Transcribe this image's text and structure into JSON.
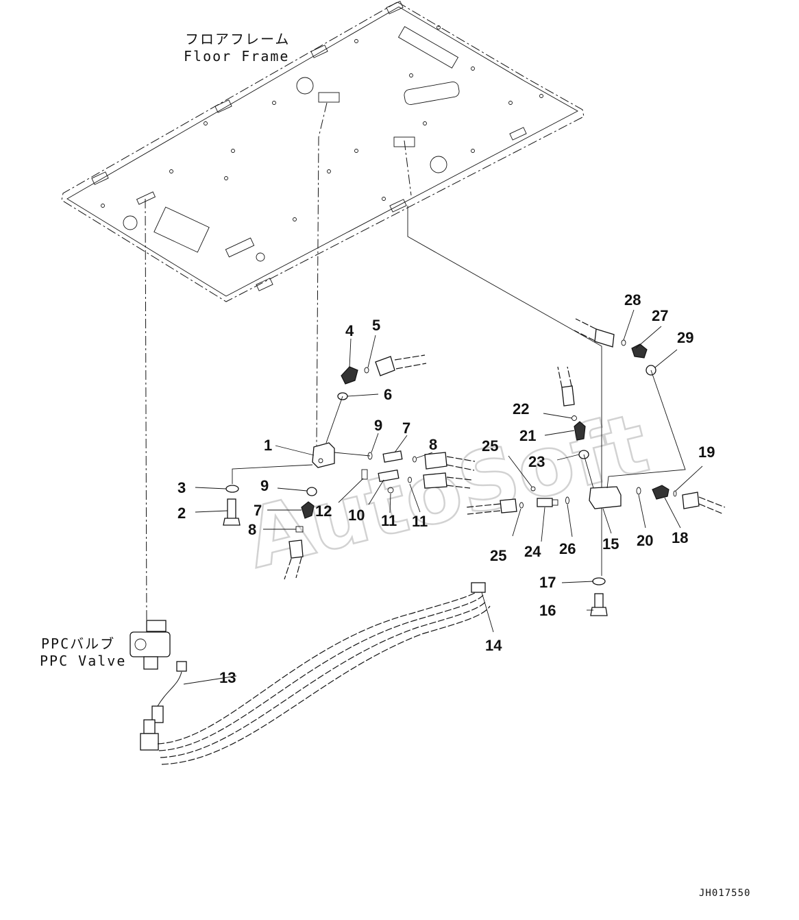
{
  "labels": {
    "floor_frame_jp": "フロアフレーム",
    "floor_frame_en": "Floor Frame",
    "ppc_valve_jp": "PPCバルブ",
    "ppc_valve_en": "PPC Valve",
    "watermark": "AutoSoft",
    "drawing_code": "JH017550"
  },
  "callouts": [
    {
      "id": "c1",
      "text": "1"
    },
    {
      "id": "c2",
      "text": "2"
    },
    {
      "id": "c3",
      "text": "3"
    },
    {
      "id": "c4",
      "text": "4"
    },
    {
      "id": "c5",
      "text": "5"
    },
    {
      "id": "c6",
      "text": "6"
    },
    {
      "id": "c7a",
      "text": "7"
    },
    {
      "id": "c7b",
      "text": "7"
    },
    {
      "id": "c8a",
      "text": "8"
    },
    {
      "id": "c8b",
      "text": "8"
    },
    {
      "id": "c9a",
      "text": "9"
    },
    {
      "id": "c9b",
      "text": "9"
    },
    {
      "id": "c10",
      "text": "10"
    },
    {
      "id": "c11a",
      "text": "11"
    },
    {
      "id": "c11b",
      "text": "11"
    },
    {
      "id": "c12",
      "text": "12"
    },
    {
      "id": "c13",
      "text": "13"
    },
    {
      "id": "c14",
      "text": "14"
    },
    {
      "id": "c15",
      "text": "15"
    },
    {
      "id": "c16",
      "text": "16"
    },
    {
      "id": "c17",
      "text": "17"
    },
    {
      "id": "c18",
      "text": "18"
    },
    {
      "id": "c19",
      "text": "19"
    },
    {
      "id": "c20",
      "text": "20"
    },
    {
      "id": "c21",
      "text": "21"
    },
    {
      "id": "c22",
      "text": "22"
    },
    {
      "id": "c23",
      "text": "23"
    },
    {
      "id": "c24",
      "text": "24"
    },
    {
      "id": "c25a",
      "text": "25"
    },
    {
      "id": "c25b",
      "text": "25"
    },
    {
      "id": "c26",
      "text": "26"
    },
    {
      "id": "c27",
      "text": "27"
    },
    {
      "id": "c28",
      "text": "28"
    },
    {
      "id": "c29",
      "text": "29"
    }
  ]
}
